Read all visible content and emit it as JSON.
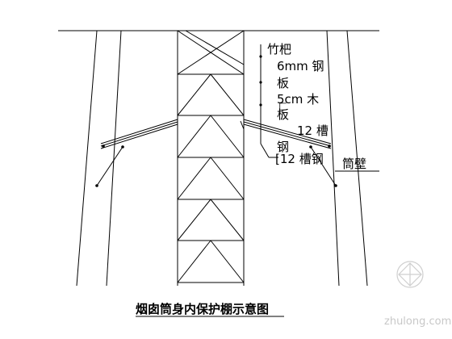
{
  "diagram": {
    "labels": {
      "bamboo_line1": "竹杷",
      "steel_plate_line1": "6mm 钢",
      "plate_line2": "板",
      "wood_line1": "5cm 木",
      "wood_line2": "板",
      "channel_12_line1": "12 槽",
      "steel_char": "钢",
      "channel_label": "[12 槽钢",
      "chimney_wall": "筒壁",
      "small_c_mark": "匚"
    },
    "caption": "烟囱筒身内保护棚示意图",
    "watermark": "zhulong.com"
  }
}
